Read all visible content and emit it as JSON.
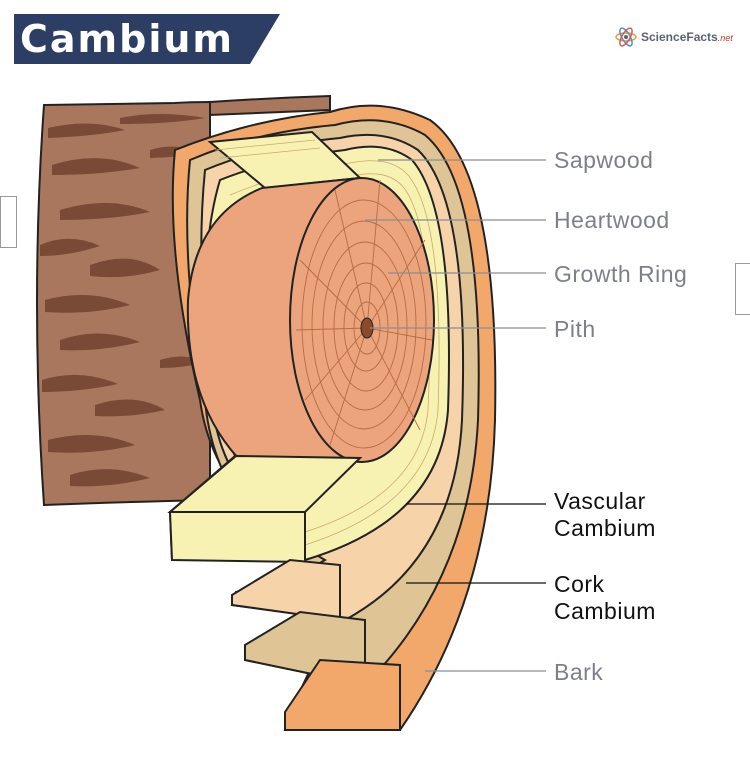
{
  "title": "Cambium",
  "brand": {
    "name": "ScienceFacts",
    "suffix": ".net",
    "logo_icon": "atom-icon"
  },
  "labels": {
    "sapwood": "Sapwood",
    "heartwood": "Heartwood",
    "growth_ring": "Growth Ring",
    "pith": "Pith",
    "vascular_1": "Vascular",
    "vascular_2": "Cambium",
    "cork_1": "Cork",
    "cork_2": "Cambium",
    "bark": "Bark"
  },
  "colors": {
    "banner": "#2d3e65",
    "bark_outer": "#a9775d",
    "bark_stripe": "#7b4a36",
    "orange_bark": "#f2a86a",
    "cork_layer": "#dfc495",
    "phloem_layer": "#f6d3a8",
    "sapwood": "#f8f2b2",
    "heartwood": "#eba47c",
    "pith": "#8b4a2c",
    "line_gray": "#8a8d93"
  }
}
